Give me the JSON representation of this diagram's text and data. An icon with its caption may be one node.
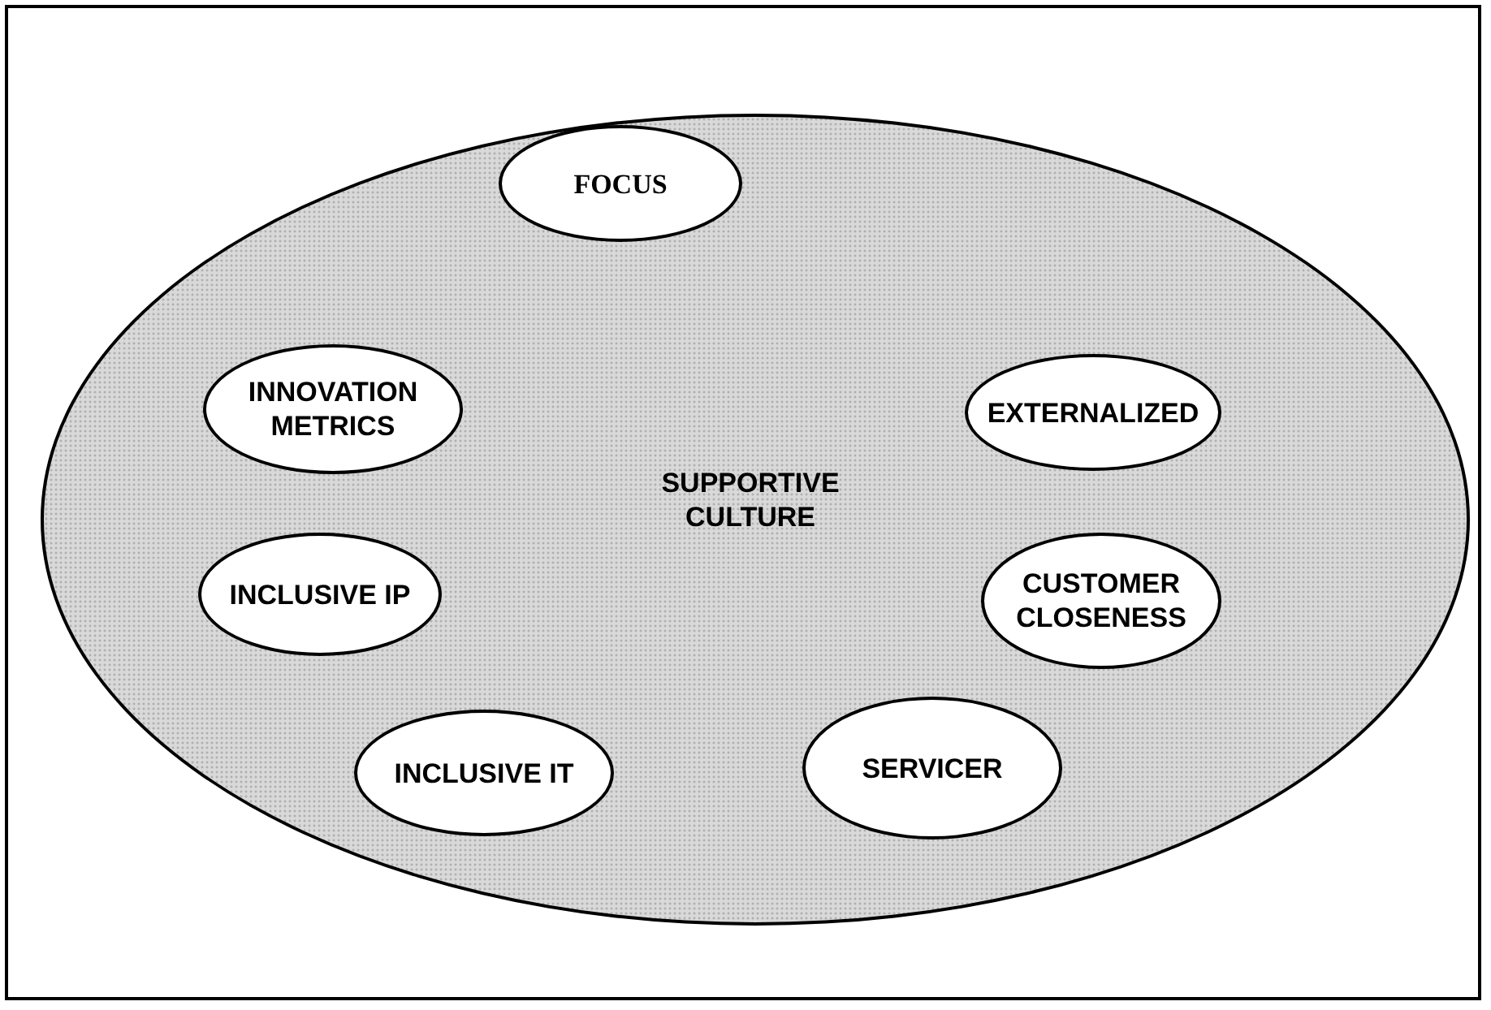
{
  "diagram": {
    "nodes": [
      {
        "text": [
          "SUPPORTIVE CULTURE"
        ]
      },
      {
        "text": [
          "FOCUS"
        ],
        "in": 0
      },
      {
        "text": [
          "INNOVATION METRICS"
        ],
        "in": 0
      },
      {
        "text": [
          "EXTERNALIZED"
        ],
        "in": 0
      },
      {
        "text": [
          "INCLUSIVE IP"
        ],
        "in": 0
      },
      {
        "text": [
          "CUSTOMER CLOSENESS"
        ],
        "in": 0
      },
      {
        "text": [
          "INCLUSIVE IT"
        ],
        "in": 0
      },
      {
        "text": [
          "SERVICER"
        ],
        "in": 0
      }
    ]
  }
}
